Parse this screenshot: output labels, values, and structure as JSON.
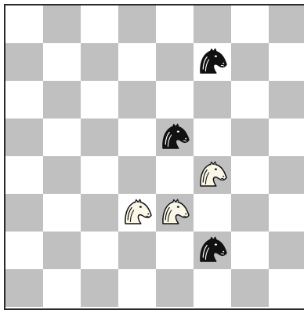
{
  "board": {
    "files": 8,
    "ranks": 8,
    "colors": {
      "light": "#ffffff",
      "dark": "#c0c0c0",
      "border": "#2a2a2a"
    }
  },
  "pieces": [
    {
      "type": "knight",
      "color": "black",
      "square": "f7",
      "icon": "black-knight-icon"
    },
    {
      "type": "knight",
      "color": "black",
      "square": "e5",
      "icon": "black-knight-icon"
    },
    {
      "type": "knight",
      "color": "white",
      "square": "f4",
      "icon": "white-knight-icon"
    },
    {
      "type": "knight",
      "color": "white",
      "square": "d3",
      "icon": "white-knight-icon"
    },
    {
      "type": "knight",
      "color": "white",
      "square": "e3",
      "icon": "white-knight-icon"
    },
    {
      "type": "knight",
      "color": "black",
      "square": "f2",
      "icon": "black-knight-icon"
    }
  ]
}
